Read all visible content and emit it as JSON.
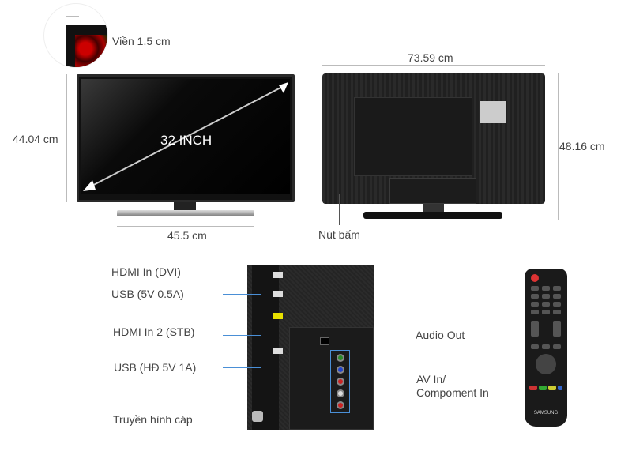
{
  "front_view": {
    "bezel_label": "Viền 1.5 cm",
    "screen_size": "32 INCH",
    "height": "44.04 cm",
    "stand_width": "45.5 cm"
  },
  "back_view": {
    "width": "73.59 cm",
    "height": "48.16 cm",
    "button_label": "Nút bấm"
  },
  "ports": {
    "left": [
      "HDMI In (DVI)",
      "USB (5V 0.5A)",
      "HDMI In 2 (STB)",
      "USB (HĐ 5V 1A)",
      "Truyền hình cáp"
    ],
    "audio_out": "Audio Out",
    "av_in_line1": "AV In/",
    "av_in_line2": "Compoment In"
  },
  "remote": {
    "brand": "SAMSUNG"
  },
  "colors": {
    "callout_line": "#4a8fd6",
    "dimension_line": "#bbbbbb"
  }
}
